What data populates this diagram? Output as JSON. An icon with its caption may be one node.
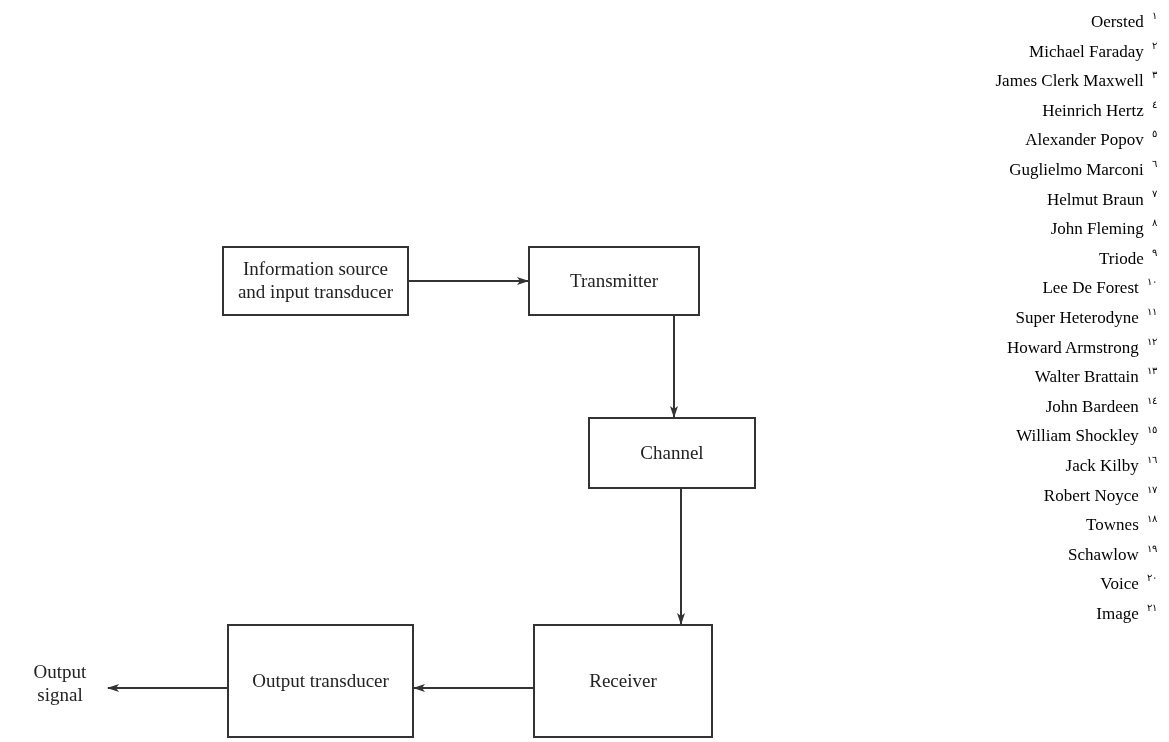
{
  "diagram": {
    "nodes": [
      {
        "text": [
          "Information source and input transducer"
        ]
      },
      {
        "text": [
          "Transmitter"
        ]
      },
      {
        "text": [
          "Channel"
        ]
      },
      {
        "text": [
          "Receiver"
        ]
      },
      {
        "text": [
          "Output transducer"
        ]
      },
      {
        "text": [
          "Output signal"
        ]
      }
    ],
    "edges": [
      {
        "from": 0,
        "to": 1,
        "arrow": "to"
      },
      {
        "from": 1,
        "to": 2,
        "arrow": "to"
      },
      {
        "from": 2,
        "to": 3,
        "arrow": "to"
      },
      {
        "from": 3,
        "to": 4,
        "arrow": "to"
      },
      {
        "from": 4,
        "to": 5,
        "arrow": "to"
      }
    ],
    "labels": [
      "Oersted $^{١}$",
      "Michael Faraday $^{٢}$",
      "James Clerk Maxwell $^{٣}$",
      "Heinrich Hertz $^{٤}$",
      "Alexander Popov $^{٥}$",
      "Guglielmo Marconi $^{٦}$",
      "Helmut Braun $^{٧}$",
      "John Fleming $^{٨}$",
      "Triode $^{٩}$",
      "Lee De Forest $^{١٠}$",
      "Super Heterodyne $^{١١}$",
      "Howard Armstrong $^{١٢}$",
      "Walter Brattain $^{١٣}$",
      "John Bardeen $^{١٤}$",
      "William Shockley $^{١٥}$",
      "Jack Kilby $^{١٦}$",
      "Robert Noyce $^{١٧}$",
      "Townes $^{١٨}$",
      "Schawlow $^{١٩}$",
      "Voice $^{٢٠}$",
      "Image $^{٢١}$"
    ]
  }
}
